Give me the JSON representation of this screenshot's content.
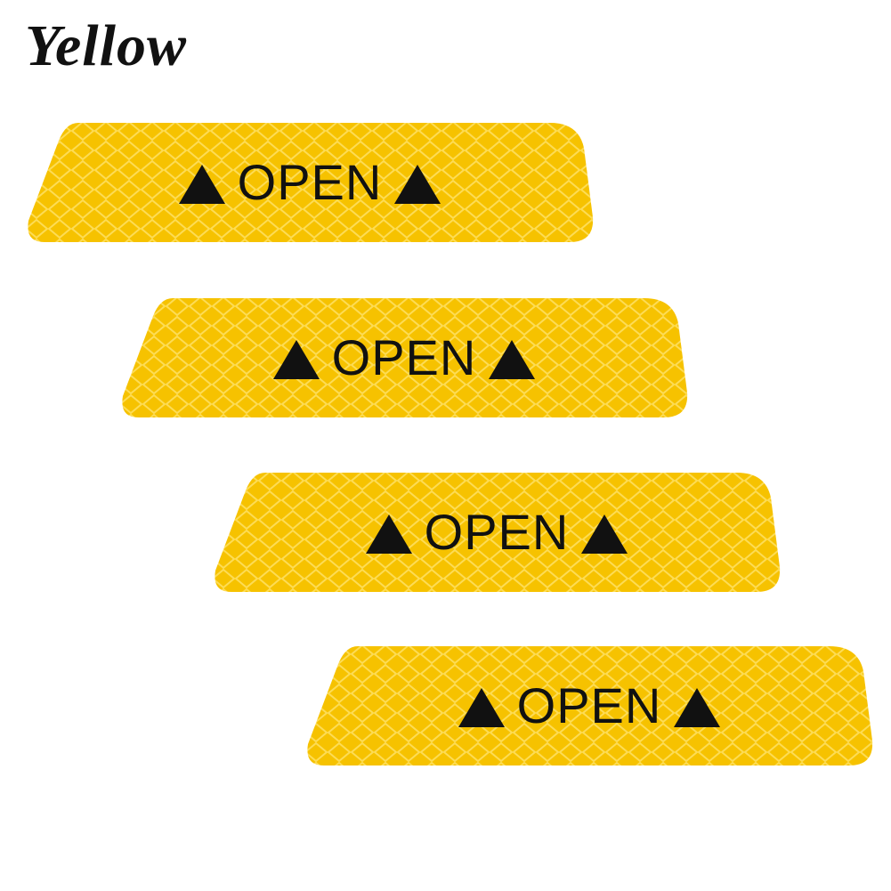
{
  "title": "Yellow",
  "colors": {
    "sticker": "#f6c200",
    "lattice": "#fddc55",
    "text": "#111111"
  },
  "stickers": [
    {
      "label": "OPEN",
      "left_icon": "triangle-up-icon",
      "right_icon": "triangle-up-icon"
    },
    {
      "label": "OPEN",
      "left_icon": "triangle-up-icon",
      "right_icon": "triangle-up-icon"
    },
    {
      "label": "OPEN",
      "left_icon": "triangle-up-icon",
      "right_icon": "triangle-up-icon"
    },
    {
      "label": "OPEN",
      "left_icon": "triangle-up-icon",
      "right_icon": "triangle-up-icon"
    }
  ]
}
